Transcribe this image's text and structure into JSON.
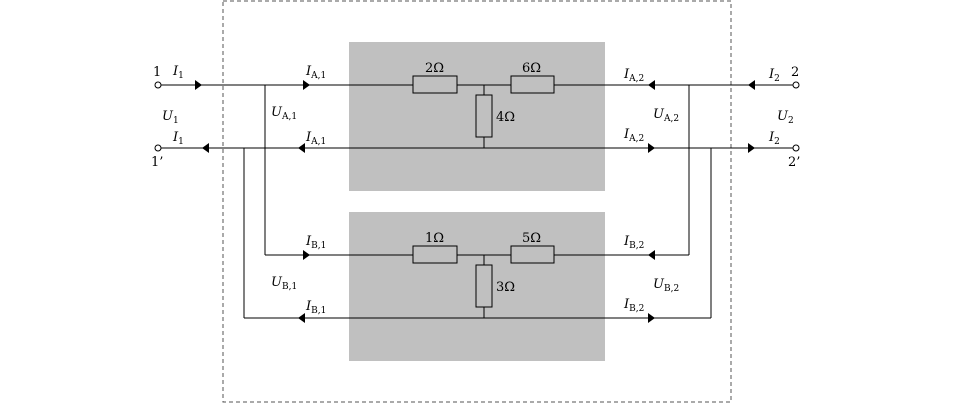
{
  "ports": {
    "p1": "1",
    "p1p": "1’",
    "p2": "2",
    "p2p": "2’"
  },
  "networks": {
    "A": {
      "r_left": "2Ω",
      "r_right": "6Ω",
      "r_shunt": "4Ω"
    },
    "B": {
      "r_left": "1Ω",
      "r_right": "5Ω",
      "r_shunt": "3Ω"
    }
  },
  "labels": {
    "I1": {
      "main": "I",
      "sub": "1"
    },
    "I2": {
      "main": "I",
      "sub": "2"
    },
    "U1": {
      "main": "U",
      "sub": "1"
    },
    "U2": {
      "main": "U",
      "sub": "2"
    },
    "IA1": {
      "main": "I",
      "sub": "A,1"
    },
    "IA2": {
      "main": "I",
      "sub": "A,2"
    },
    "IB1": {
      "main": "I",
      "sub": "B,1"
    },
    "IB2": {
      "main": "I",
      "sub": "B,2"
    },
    "UA1": {
      "main": "U",
      "sub": "A,1"
    },
    "UA2": {
      "main": "U",
      "sub": "A,2"
    },
    "UB1": {
      "main": "U",
      "sub": "B,1"
    },
    "UB2": {
      "main": "U",
      "sub": "B,2"
    }
  }
}
